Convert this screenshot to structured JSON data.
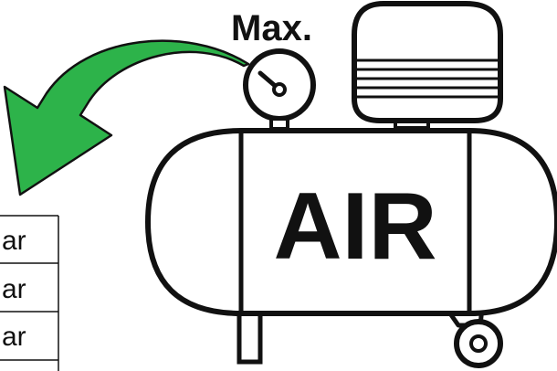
{
  "labels": {
    "gauge_label": "Max.",
    "tank_label": "AIR"
  },
  "pressure_table": {
    "rows": [
      "ar",
      "ar",
      "ar"
    ]
  },
  "colors": {
    "arrow_fill": "#2db34a",
    "outline": "#111111"
  },
  "icons": {
    "gauge": "pressure-gauge-icon",
    "motor": "motor-icon",
    "wheel": "wheel-icon",
    "arrow": "curved-arrow-icon"
  }
}
